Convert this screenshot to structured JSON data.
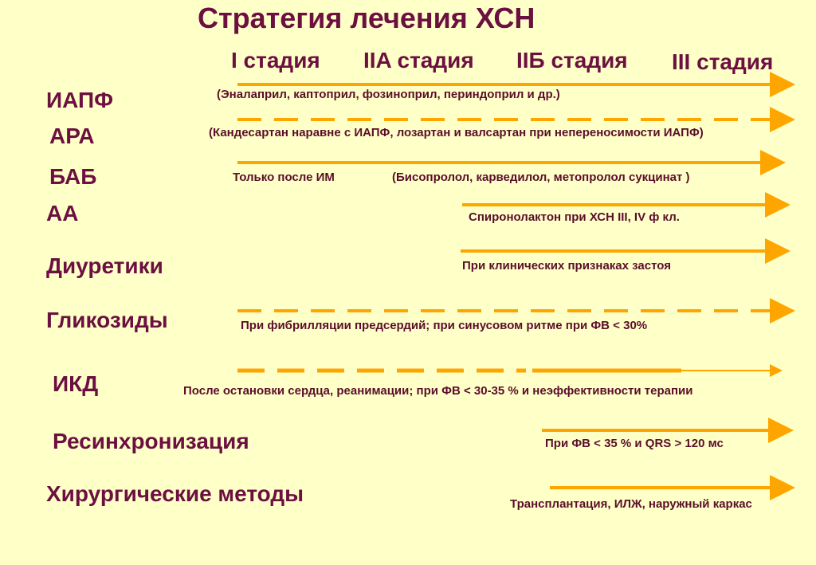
{
  "title": "Стратегия лечения ХСН",
  "stages": [
    "I стадия",
    "IIA стадия",
    "IIБ стадия",
    "III стадия"
  ],
  "rows": [
    {
      "label": "ИАПФ",
      "notes": [
        "(Эналаприл, каптоприл, фозиноприл, периндоприл и др.)"
      ]
    },
    {
      "label": "АРА",
      "notes": [
        "(Кандесартан наравне с ИАПФ, лозартан и валсартан при непереносимости ИАПФ)"
      ]
    },
    {
      "label": "БАБ",
      "notes": [
        "Только после ИМ",
        "(Бисопролол, карведилол, метопролол сукцинат )"
      ]
    },
    {
      "label": "АА",
      "notes": [
        "Спиронолактон при ХСН III, IV ф кл."
      ]
    },
    {
      "label": "Диуретики",
      "notes": [
        "При клинических признаках застоя"
      ]
    },
    {
      "label": "Гликозиды",
      "notes": [
        "При фибрилляции предсердий; при синусовом ритме при ФВ < 30%"
      ]
    },
    {
      "label": "ИКД",
      "notes": [
        "После остановки сердца, реанимации; при ФВ < 30-35 % и неэффективности терапии"
      ]
    },
    {
      "label": "Ресинхронизация",
      "notes": [
        "При ФВ < 35 % и QRS > 120 мс"
      ]
    },
    {
      "label": "Хирургические методы",
      "notes": [
        "Трансплантация, ИЛЖ, наружный каркас"
      ]
    }
  ],
  "colors": {
    "arrow": "#ffa500",
    "text": "#6b1040",
    "background": "#ffffc8"
  }
}
